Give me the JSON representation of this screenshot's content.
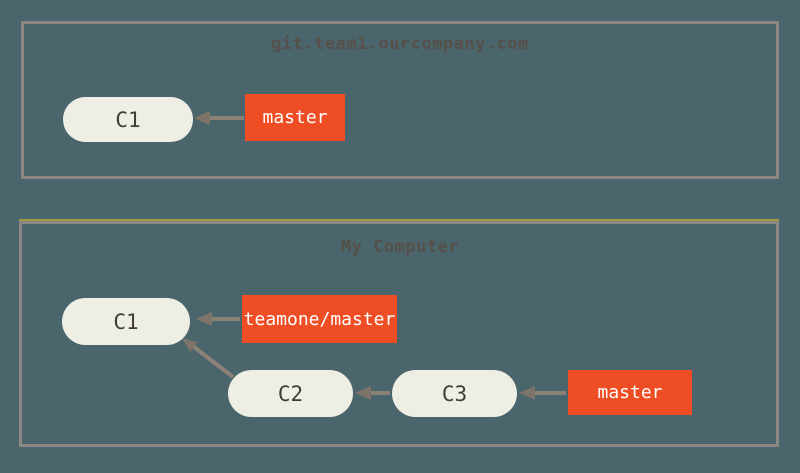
{
  "colors": {
    "background": "#4a656b",
    "frame_border": "#8b8883",
    "frame_accent_line": "#a09b3d",
    "commit_fill": "#efeee5",
    "commit_text": "#3f3d38",
    "branch_fill": "#ef4e25",
    "branch_text": "#ffffff",
    "arrow": "#8c8177",
    "title_text": "#56504a"
  },
  "diagram": {
    "machines": [
      {
        "title": "git.team1.ourcompany.com",
        "commits": [
          {
            "label": "C1"
          }
        ],
        "branches": [
          {
            "label": "master",
            "points_to": "C1"
          }
        ],
        "edges": []
      },
      {
        "title": "My Computer",
        "commits": [
          {
            "label": "C1"
          },
          {
            "label": "C2"
          },
          {
            "label": "C3"
          }
        ],
        "branches": [
          {
            "label": "teamone/master",
            "points_to": "C1"
          },
          {
            "label": "master",
            "points_to": "C3"
          }
        ],
        "edges": [
          {
            "from": "C2",
            "to": "C1"
          },
          {
            "from": "C3",
            "to": "C2"
          }
        ]
      }
    ]
  }
}
